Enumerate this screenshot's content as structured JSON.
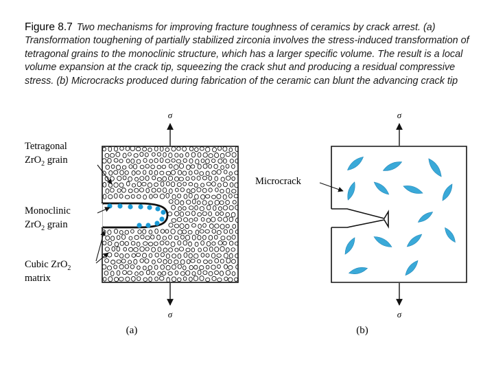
{
  "caption": {
    "label": "Figure 8.7",
    "text": "Two mechanisms for improving fracture toughness of ceramics by crack arrest. (a) Transformation toughening of partially stabilized zirconia involves the stress-induced transformation of tetragonal grains to the monoclinic structure, which has a larger specific volume. The result is a local volume expansion at the crack tip, squeezing the crack shut and producing a residual compressive stress. (b) Microcracks produced during fabrication of the ceramic can blunt the advancing crack tip"
  },
  "panel_a": {
    "label": "(a)",
    "sigma_top": "σ",
    "sigma_bottom": "σ",
    "tetragonal_line1": "Tetragonal",
    "tetragonal_line2_main": "ZrO",
    "tetragonal_line2_sub": "2",
    "tetragonal_line2_rest": " grain",
    "monoclinic_line1": "Monoclinic",
    "monoclinic_line2_main": "ZrO",
    "monoclinic_line2_sub": "2",
    "monoclinic_line2_rest": " grain",
    "cubic_line1_main": "Cubic ZrO",
    "cubic_line1_sub": "2",
    "cubic_line2": "matrix"
  },
  "panel_b": {
    "label": "(b)",
    "sigma_top": "σ",
    "sigma_bottom": "σ",
    "microcrack_label": "Microcrack"
  },
  "colors": {
    "monoclinic_grain": "#1a9ad6",
    "microcrack": "#3aa9d8",
    "line": "#111111"
  }
}
